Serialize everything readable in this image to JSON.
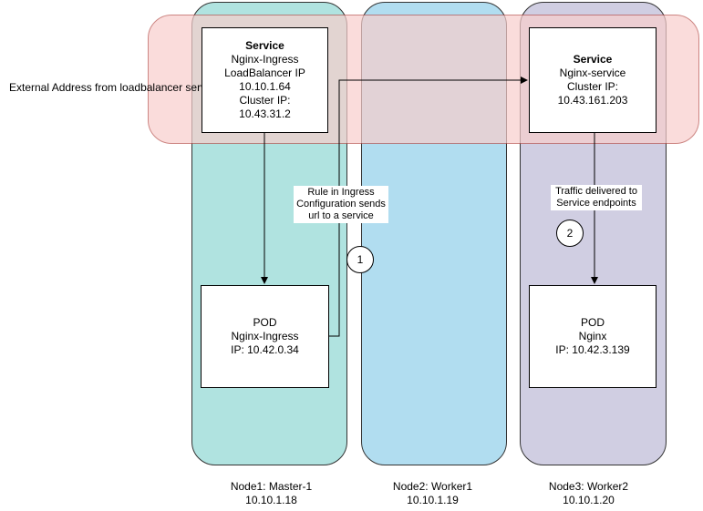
{
  "colors": {
    "master_fill": "#b0e3e0",
    "worker1_fill": "#b1ddf0",
    "worker2_fill": "#d0cee2",
    "band_fill": "#f8cecc",
    "band_stroke": "#b85450",
    "line": "#000000"
  },
  "external_label": "External Address from loadbalancer service",
  "nodes": [
    {
      "name": "Node1: Master-1",
      "ip": "10.10.1.18"
    },
    {
      "name": "Node2: Worker1",
      "ip": "10.10.1.19"
    },
    {
      "name": "Node3: Worker2",
      "ip": "10.10.1.20"
    }
  ],
  "ingress_service": {
    "title": "Service",
    "lines": [
      "Nginx-Ingress",
      "LoadBalancer IP",
      "10.10.1.64",
      "Cluster IP:",
      "10.43.31.2"
    ]
  },
  "nginx_service": {
    "title": "Service",
    "lines": [
      "Nginx-service",
      "Cluster IP:",
      "10.43.161.203"
    ]
  },
  "ingress_pod": {
    "lines": [
      "POD",
      "Nginx-Ingress",
      "IP: 10.42.0.34"
    ]
  },
  "nginx_pod": {
    "lines": [
      "POD",
      "Nginx",
      "IP: 10.42.3.139"
    ]
  },
  "edge_labels": {
    "rule": [
      "Rule in Ingress",
      "Configuration sends",
      "url to a service"
    ],
    "traffic": [
      "Traffic delivered to",
      "Service endpoints"
    ]
  },
  "steps": [
    "1",
    "2"
  ]
}
